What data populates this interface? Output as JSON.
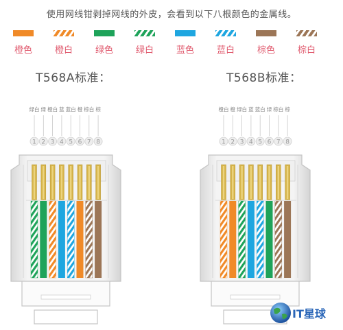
{
  "intro": "使用网线钳剥掉网线的外皮，会看到以下八根颜色的金属线。",
  "colors": {
    "orange": "#f08a28",
    "green": "#1ea35a",
    "blue": "#1ea6e0",
    "brown": "#9c7657",
    "label_pink": "#e05a6e",
    "gold": "#d6b44a"
  },
  "legend": [
    {
      "label": "橙色",
      "color": "orange",
      "striped": false
    },
    {
      "label": "橙白",
      "color": "orange",
      "striped": true
    },
    {
      "label": "绿色",
      "color": "green",
      "striped": false
    },
    {
      "label": "绿白",
      "color": "green",
      "striped": true
    },
    {
      "label": "蓝色",
      "color": "blue",
      "striped": false
    },
    {
      "label": "蓝白",
      "color": "blue",
      "striped": true
    },
    {
      "label": "棕色",
      "color": "brown",
      "striped": false
    },
    {
      "label": "棕白",
      "color": "brown",
      "striped": true
    }
  ],
  "standards": [
    {
      "title": "T568A标准：",
      "pin_labels": [
        "绿白",
        "绿",
        "橙白",
        "蓝",
        "蓝白",
        "橙",
        "棕白",
        "棕"
      ],
      "wires": [
        {
          "color": "green",
          "striped": true
        },
        {
          "color": "green",
          "striped": false
        },
        {
          "color": "orange",
          "striped": true
        },
        {
          "color": "blue",
          "striped": false
        },
        {
          "color": "blue",
          "striped": true
        },
        {
          "color": "orange",
          "striped": false
        },
        {
          "color": "brown",
          "striped": true
        },
        {
          "color": "brown",
          "striped": false
        }
      ]
    },
    {
      "title": "T568B标准：",
      "pin_labels": [
        "橙白",
        "橙",
        "绿白",
        "蓝",
        "蓝白",
        "绿",
        "棕白",
        "棕"
      ],
      "wires": [
        {
          "color": "orange",
          "striped": true
        },
        {
          "color": "orange",
          "striped": false
        },
        {
          "color": "green",
          "striped": true
        },
        {
          "color": "blue",
          "striped": false
        },
        {
          "color": "blue",
          "striped": true
        },
        {
          "color": "green",
          "striped": false
        },
        {
          "color": "brown",
          "striped": true
        },
        {
          "color": "brown",
          "striped": false
        }
      ]
    }
  ],
  "pin_numbers": [
    "1",
    "2",
    "3",
    "4",
    "5",
    "6",
    "7",
    "8"
  ],
  "logo": {
    "text": "IT星球",
    "icon": "globe-icon"
  }
}
